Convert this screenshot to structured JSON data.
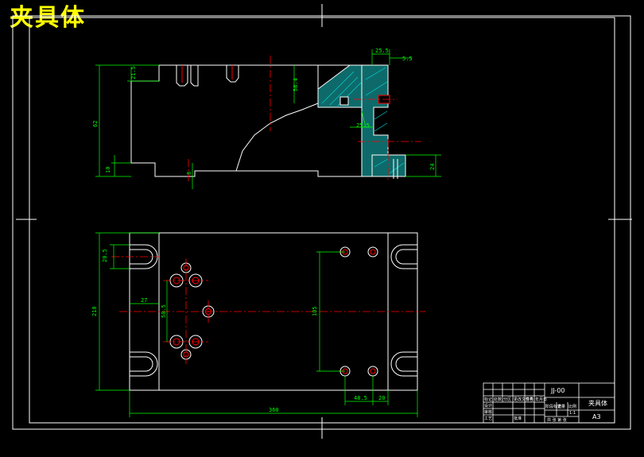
{
  "title": "夹具体",
  "colors": {
    "background": "#000000",
    "outline": "#ffffff",
    "dimension": "#00ff00",
    "centerline": "#ff0000",
    "hatch": "#00aaaa",
    "title_text": "#ffff00"
  },
  "front_view": {
    "dimensions": {
      "d_top_width": "25.5",
      "d_top_small": "5.5",
      "d_left_top": "21.5",
      "d_mid_height": "58.4",
      "d_total_height": "62",
      "d_bottom_small": "10",
      "d_bottom_tiny": "8",
      "d_right_mid": "25.5",
      "d_right_bottom": "24"
    }
  },
  "top_view": {
    "dimensions": {
      "d_slot": "20.5",
      "d_left_offset": "27",
      "d_hole_spacing": "50.5",
      "d_center_height": "105",
      "d_total_height": "210",
      "d_bottom_a": "48.5",
      "d_bottom_b": "20",
      "d_total_length": "360"
    }
  },
  "title_block": {
    "drawing_no": "JJ-00",
    "part_name": "夹具体",
    "sheet_size": "A3",
    "labels": [
      "标记",
      "处数",
      "分区",
      "更改文件号",
      "签名",
      "年月日",
      "设计",
      "审核",
      "工艺",
      "批准",
      "阶段标记",
      "重量",
      "比例"
    ],
    "scale": "1:1",
    "sheet_label": "共 张 第 张"
  }
}
